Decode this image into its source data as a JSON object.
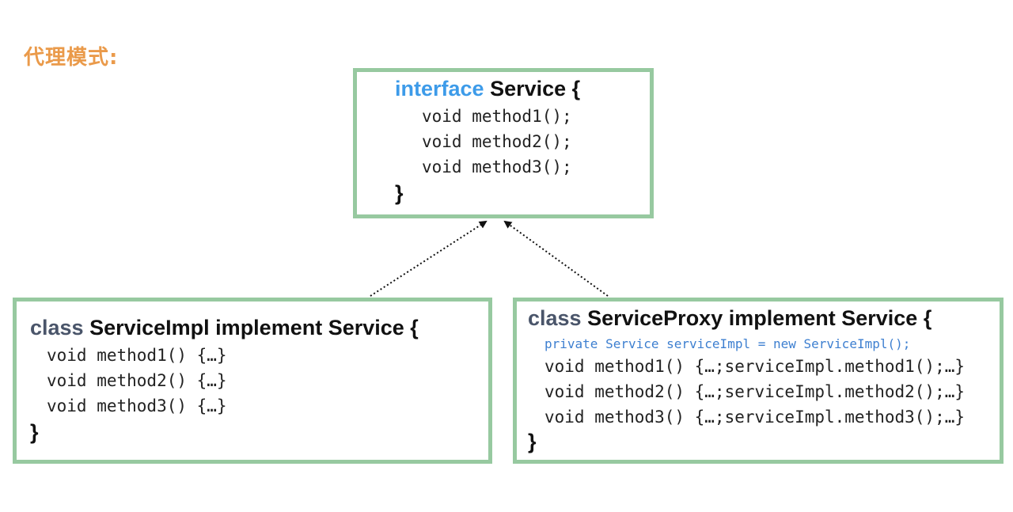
{
  "title": "代理模式:",
  "interface_box": {
    "keyword": "interface",
    "name": "Service {",
    "methods": [
      "void method1();",
      "void method2();",
      "void method3();"
    ],
    "close": "}"
  },
  "impl_box": {
    "keyword": "class",
    "name": "ServiceImpl implement Service {",
    "methods": [
      "void method1() {…}",
      "void method2() {…}",
      "void method3() {…}"
    ],
    "close": "}"
  },
  "proxy_box": {
    "keyword": "class",
    "name": "ServiceProxy implement Service {",
    "field": "private Service serviceImpl = new ServiceImpl();",
    "methods": [
      "void method1() {…;serviceImpl.method1();…}",
      "void method2() {…;serviceImpl.method2();…}",
      "void method3() {…;serviceImpl.method3();…}"
    ],
    "close": "}"
  },
  "colors": {
    "title": "#ea9a4a",
    "box_border": "#97c9a0",
    "interface_keyword": "#3d9be9",
    "class_keyword": "#4a556a",
    "field_text": "#3d7fd0"
  }
}
